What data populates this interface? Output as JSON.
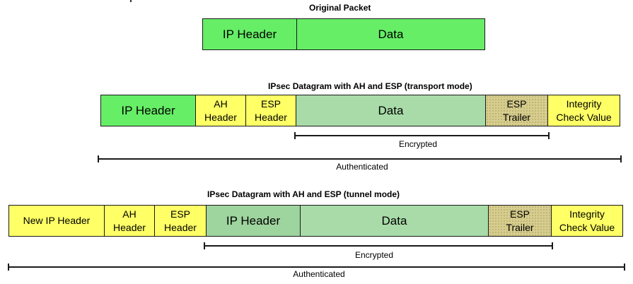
{
  "original": {
    "title": "Original Packet",
    "ip_header": "IP Header",
    "data": "Data"
  },
  "transport": {
    "title": "IPsec Datagram with AH and ESP (transport mode)",
    "ip_header": "IP Header",
    "ah_line1": "AH",
    "ah_line2": "Header",
    "esp_line1": "ESP",
    "esp_line2": "Header",
    "data": "Data",
    "trailer_line1": "ESP",
    "trailer_line2": "Trailer",
    "icv_line1": "Integrity",
    "icv_line2": "Check Value",
    "encrypted": "Encrypted",
    "authenticated": "Authenticated"
  },
  "tunnel": {
    "title": "IPsec Datagram with AH and ESP (tunnel mode)",
    "new_ip_header": "New IP Header",
    "ah_line1": "AH",
    "ah_line2": "Header",
    "esp_line1": "ESP",
    "esp_line2": "Header",
    "ip_header": "IP Header",
    "data": "Data",
    "trailer_line1": "ESP",
    "trailer_line2": "Trailer",
    "icv_line1": "Integrity",
    "icv_line2": "Check Value",
    "encrypted": "Encrypted",
    "authenticated": "Authenticated"
  }
}
